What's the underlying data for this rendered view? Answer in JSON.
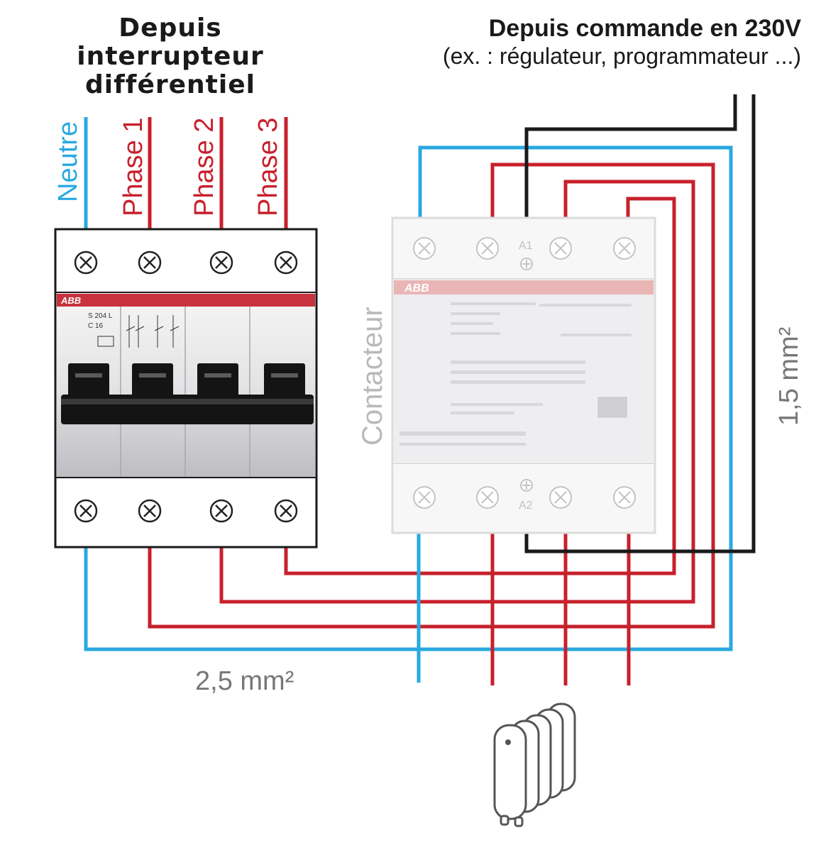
{
  "titles": {
    "left_lines": [
      "Depuis",
      "interrupteur",
      "différentiel"
    ],
    "right_line1": "Depuis commande en 230V",
    "right_line2": "(ex. : régulateur, programmateur ...)"
  },
  "wire_labels": {
    "neutre": "Neutre",
    "phase1": "Phase 1",
    "phase2": "Phase 2",
    "phase3": "Phase 3"
  },
  "breaker": {
    "brand": "ABB",
    "model": "S 204 L",
    "rating": "C 16"
  },
  "contactor": {
    "label": "Contacteur",
    "brand": "ABB",
    "terminal_a1": "A1",
    "terminal_a2": "A2"
  },
  "sections": {
    "power_wire": "2,5 mm²",
    "control_wire": "1,5 mm²"
  },
  "colors": {
    "neutral": "#29a8e0",
    "phase": "#c8202c",
    "control": "#1a1a1a",
    "label_grey": "#777777",
    "contactor_grey": "#b9b9b9"
  },
  "icons": [
    "terminal-screw-icon",
    "radiator-icon"
  ]
}
